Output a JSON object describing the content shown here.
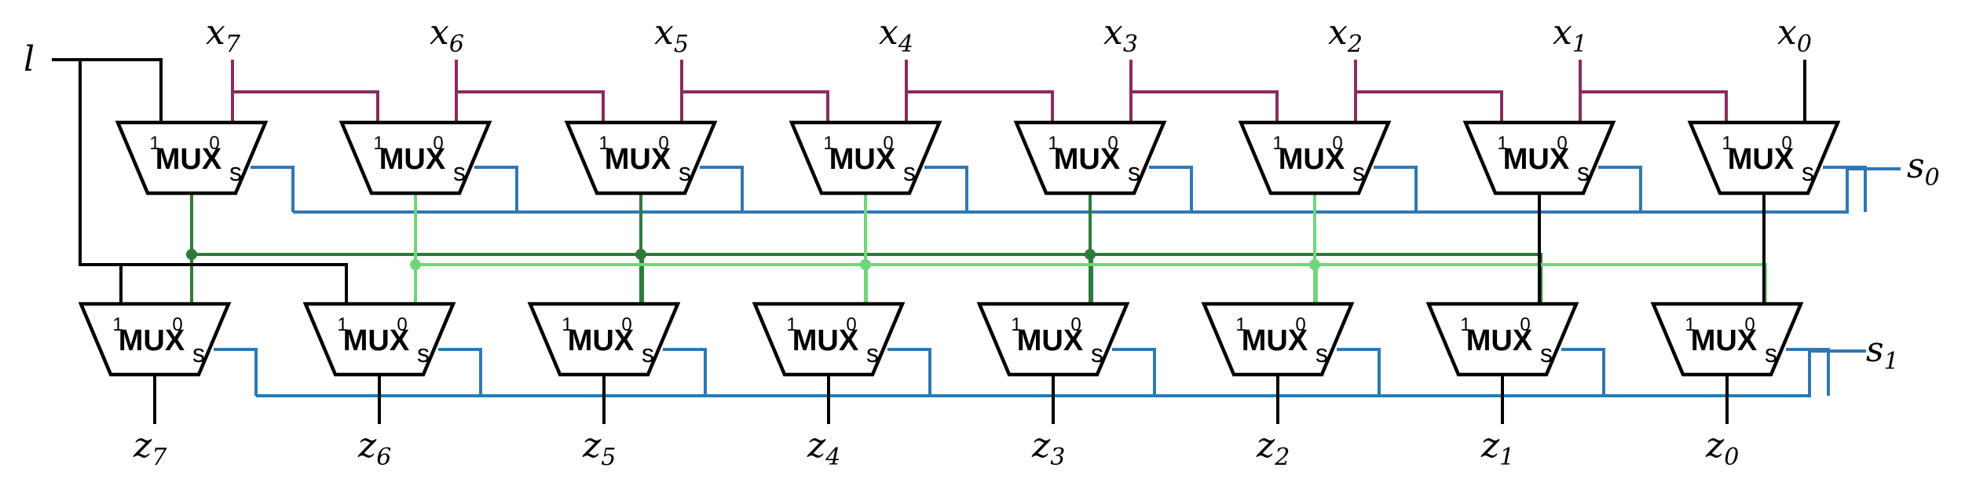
{
  "mux": {
    "label": "MUX",
    "port_one": "1",
    "port_zero": "0",
    "select": "s"
  },
  "inputs": [
    {
      "base": "x",
      "sub": "7"
    },
    {
      "base": "x",
      "sub": "6"
    },
    {
      "base": "x",
      "sub": "5"
    },
    {
      "base": "x",
      "sub": "4"
    },
    {
      "base": "x",
      "sub": "3"
    },
    {
      "base": "x",
      "sub": "2"
    },
    {
      "base": "x",
      "sub": "1"
    },
    {
      "base": "x",
      "sub": "0"
    }
  ],
  "outputs": [
    {
      "base": "z",
      "sub": "7"
    },
    {
      "base": "z",
      "sub": "6"
    },
    {
      "base": "z",
      "sub": "5"
    },
    {
      "base": "z",
      "sub": "4"
    },
    {
      "base": "z",
      "sub": "3"
    },
    {
      "base": "z",
      "sub": "2"
    },
    {
      "base": "z",
      "sub": "1"
    },
    {
      "base": "z",
      "sub": "0"
    }
  ],
  "selects": [
    {
      "base": "s",
      "sub": "0"
    },
    {
      "base": "s",
      "sub": "1"
    }
  ],
  "left_input": "l",
  "colors": {
    "input_wire": "#8B2A5E",
    "select_wire": "#2F78B4",
    "shift2_wire_a": "#2E7A3A",
    "shift2_wire_b": "#6FD67A",
    "wire": "#000000"
  }
}
